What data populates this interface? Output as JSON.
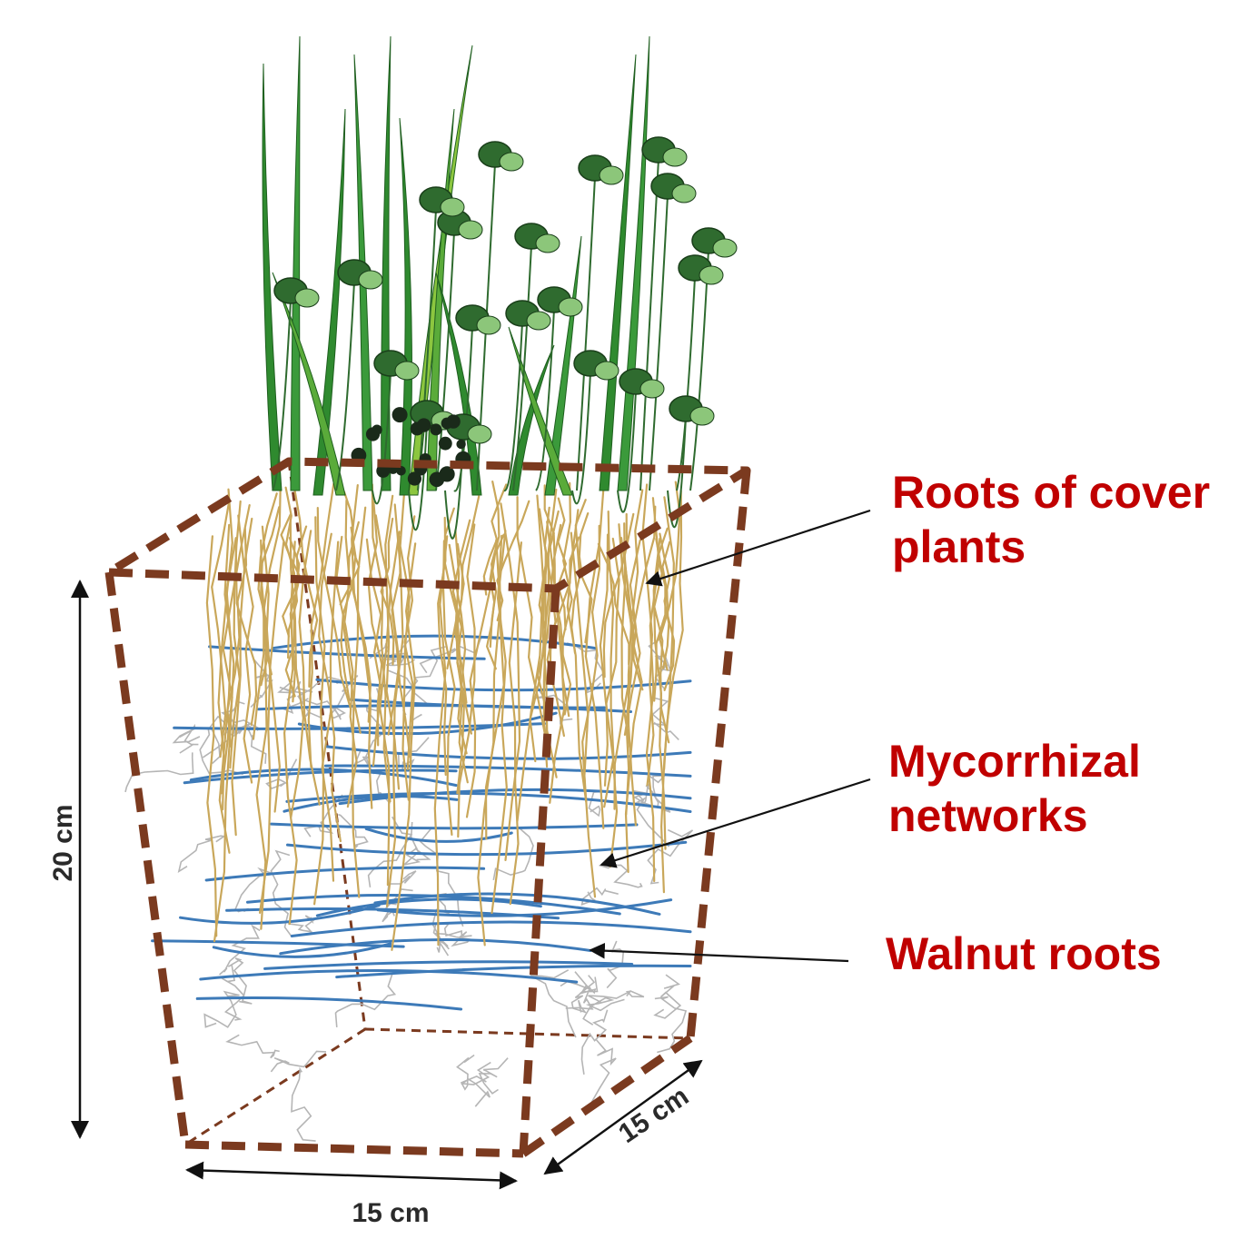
{
  "colors": {
    "box_edge": "#7b3a1f",
    "cover_roots": "#c9a75a",
    "walnut_roots": "#3d7ab8",
    "mycorrhizae": "#b8b8b8",
    "grass_dark": "#2f8a2f",
    "grass_light": "#8cc63f",
    "clover": "#2f6b2f",
    "label_red": "#c00000",
    "arrow": "#111111"
  },
  "labels": {
    "cover_roots": "Roots of cover plants",
    "mycorrhizal": "Mycorrhizal networks",
    "walnut_roots": "Walnut roots"
  },
  "dimensions": {
    "height": "20 cm",
    "width": "15 cm",
    "depth": "15 cm"
  }
}
